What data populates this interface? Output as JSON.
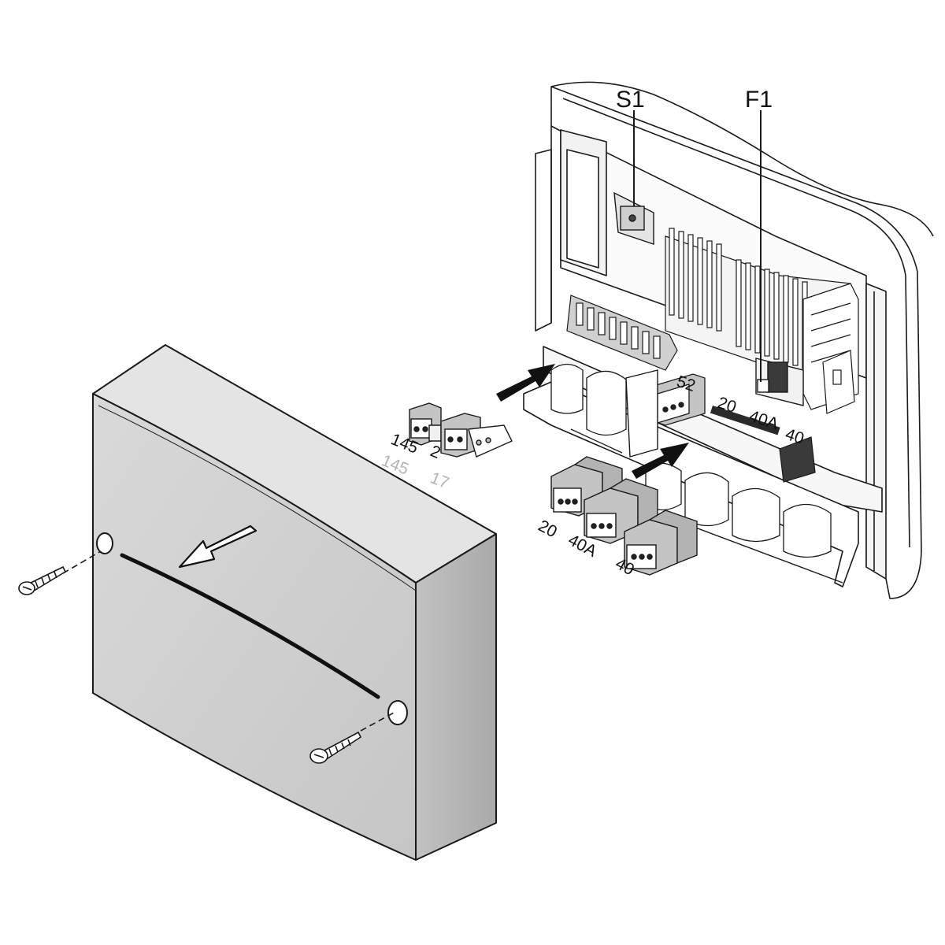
{
  "labels": {
    "s1": "S1",
    "f1": "F1",
    "board_52": "52",
    "board_20": "20",
    "board_40A": "40A",
    "board_40": "40",
    "plug_145": "145",
    "plug_2": "2",
    "plug_145_alt": "145",
    "plug_17": "17",
    "conn_20": "20",
    "conn_40A": "40A",
    "conn_40": "40"
  },
  "colors": {
    "line": "#1a1a1a",
    "cover_front": "#cfcfcf",
    "cover_top": "#e6e6e6",
    "cover_side": "#b8b8b8",
    "connector": "#bdbdbd",
    "faint_label": "#b4b4b4"
  }
}
